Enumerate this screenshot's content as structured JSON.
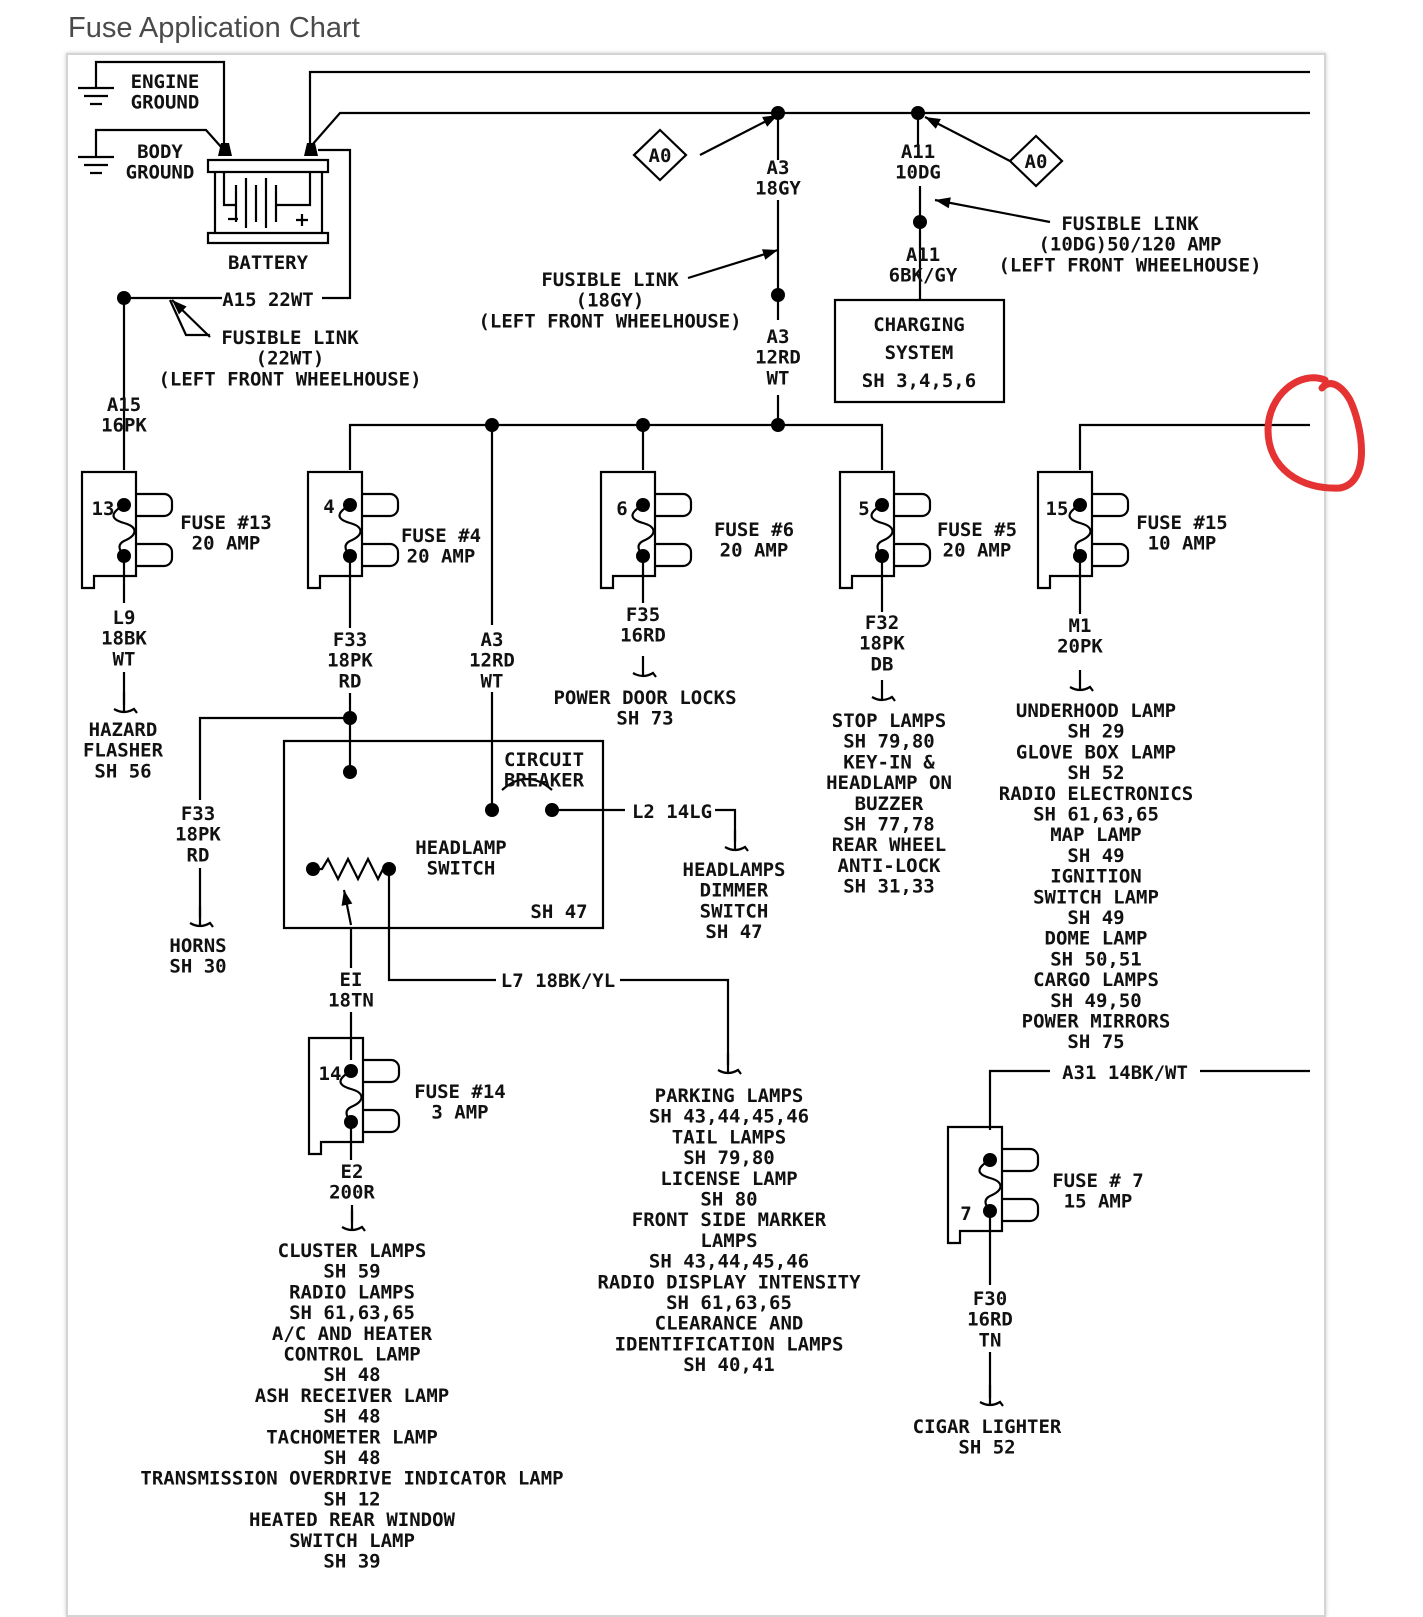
{
  "title": "Fuse Application Chart",
  "annotation_color": "#e53333",
  "labels": {
    "engine_ground": [
      "ENGINE",
      "GROUND"
    ],
    "body_ground": [
      "BODY",
      "GROUND"
    ],
    "battery": [
      "BATTERY"
    ],
    "a15_22wt": [
      "A15 22WT"
    ],
    "fusible_link_22wt": [
      "FUSIBLE LINK",
      "(22WT)",
      "(LEFT FRONT WHEELHOUSE)"
    ],
    "a15_16pk": [
      "A15",
      "16PK"
    ],
    "a0_left": [
      "A0"
    ],
    "a0_right": [
      "A0"
    ],
    "a3_18gy": [
      "A3",
      "18GY"
    ],
    "fusible_link_18gy": [
      "FUSIBLE LINK",
      "(18GY)",
      "(LEFT FRONT WHEELHOUSE)"
    ],
    "a3_12rd_wt_top": [
      "A3",
      "12RD",
      "WT"
    ],
    "a11_10dg": [
      "A11",
      "10DG"
    ],
    "fusible_link_10dg": [
      "FUSIBLE LINK",
      "(10DG)50/120 AMP",
      "(LEFT FRONT WHEELHOUSE)"
    ],
    "a11_6bkgy": [
      "A11",
      "6BK/GY"
    ],
    "charging_system": [
      "CHARGING",
      "SYSTEM",
      "SH 3,4,5,6"
    ],
    "fuse13_num": [
      "13"
    ],
    "fuse13": [
      "FUSE #13",
      "20 AMP"
    ],
    "fuse4_num": [
      "4"
    ],
    "fuse4": [
      "FUSE #4",
      "20 AMP"
    ],
    "fuse6_num": [
      "6"
    ],
    "fuse6": [
      "FUSE #6",
      "20 AMP"
    ],
    "fuse5_num": [
      "5"
    ],
    "fuse5": [
      "FUSE #5",
      "20 AMP"
    ],
    "fuse15_num": [
      "15"
    ],
    "fuse15": [
      "FUSE #15",
      "10 AMP"
    ],
    "fuse14_num": [
      "14"
    ],
    "fuse14": [
      "FUSE #14",
      "3 AMP"
    ],
    "fuse7_num": [
      "7"
    ],
    "fuse7": [
      "FUSE # 7",
      "15 AMP"
    ],
    "l9": [
      "L9",
      "18BK",
      "WT"
    ],
    "f33_top": [
      "F33",
      "18PK",
      "RD"
    ],
    "a3_12rd_wt": [
      "A3",
      "12RD",
      "WT"
    ],
    "f35": [
      "F35",
      "16RD"
    ],
    "f32": [
      "F32",
      "18PK",
      "DB"
    ],
    "m1": [
      "M1",
      "20PK"
    ],
    "hazard_flasher": [
      "HAZARD",
      "FLASHER",
      "SH 56"
    ],
    "power_door_locks": [
      "POWER DOOR LOCKS",
      "SH 73"
    ],
    "stop_lamps": [
      "STOP LAMPS",
      "SH 79,80",
      "KEY-IN &",
      "HEADLAMP ON",
      "BUZZER",
      "SH 77,78",
      "REAR WHEEL",
      "ANTI-LOCK",
      "SH 31,33"
    ],
    "underhood": [
      "UNDERHOOD LAMP",
      "SH 29",
      "GLOVE BOX LAMP",
      "SH 52",
      "RADIO ELECTRONICS",
      "SH 61,63,65",
      "MAP LAMP",
      "SH 49",
      "IGNITION",
      "SWITCH LAMP",
      "SH 49",
      "DOME LAMP",
      "SH 50,51",
      "CARGO LAMPS",
      "SH 49,50",
      "POWER MIRRORS",
      "SH 75"
    ],
    "f33_left": [
      "F33",
      "18PK",
      "RD"
    ],
    "horns": [
      "HORNS",
      "SH 30"
    ],
    "circuit_breaker": [
      "CIRCUIT",
      "BREAKER"
    ],
    "l2": [
      "L2 14LG"
    ],
    "headlamp_switch": [
      "HEADLAMP",
      "SWITCH"
    ],
    "headlamp_switch_sh": [
      "SH 47"
    ],
    "headlamps_dimmer": [
      "HEADLAMPS",
      "DIMMER",
      "SWITCH",
      "SH 47"
    ],
    "ei": [
      "EI",
      "18TN"
    ],
    "l7": [
      "L7 18BK/YL"
    ],
    "e2": [
      "E2",
      "200R"
    ],
    "cluster_lamps": [
      "CLUSTER LAMPS",
      "SH 59",
      "RADIO LAMPS",
      "SH 61,63,65",
      "A/C AND HEATER",
      "CONTROL LAMP",
      "SH 48",
      "ASH RECEIVER LAMP",
      "SH 48",
      "TACHOMETER LAMP",
      "SH 48",
      "TRANSMISSION OVERDRIVE INDICATOR LAMP",
      "SH 12",
      "HEATED REAR WINDOW",
      "SWITCH LAMP",
      "SH 39"
    ],
    "parking_lamps": [
      "PARKING LAMPS",
      "SH 43,44,45,46",
      "TAIL LAMPS",
      "SH 79,80",
      "LICENSE LAMP",
      "SH 80",
      "FRONT SIDE MARKER",
      "LAMPS",
      "SH 43,44,45,46",
      "RADIO DISPLAY INTENSITY",
      "SH 61,63,65",
      "CLEARANCE AND",
      "IDENTIFICATION LAMPS",
      "SH 40,41"
    ],
    "a31": [
      "A31 14BK/WT"
    ],
    "f30": [
      "F30",
      "16RD",
      "TN"
    ],
    "cigar_lighter": [
      "CIGAR LIGHTER",
      "SH 52"
    ]
  }
}
